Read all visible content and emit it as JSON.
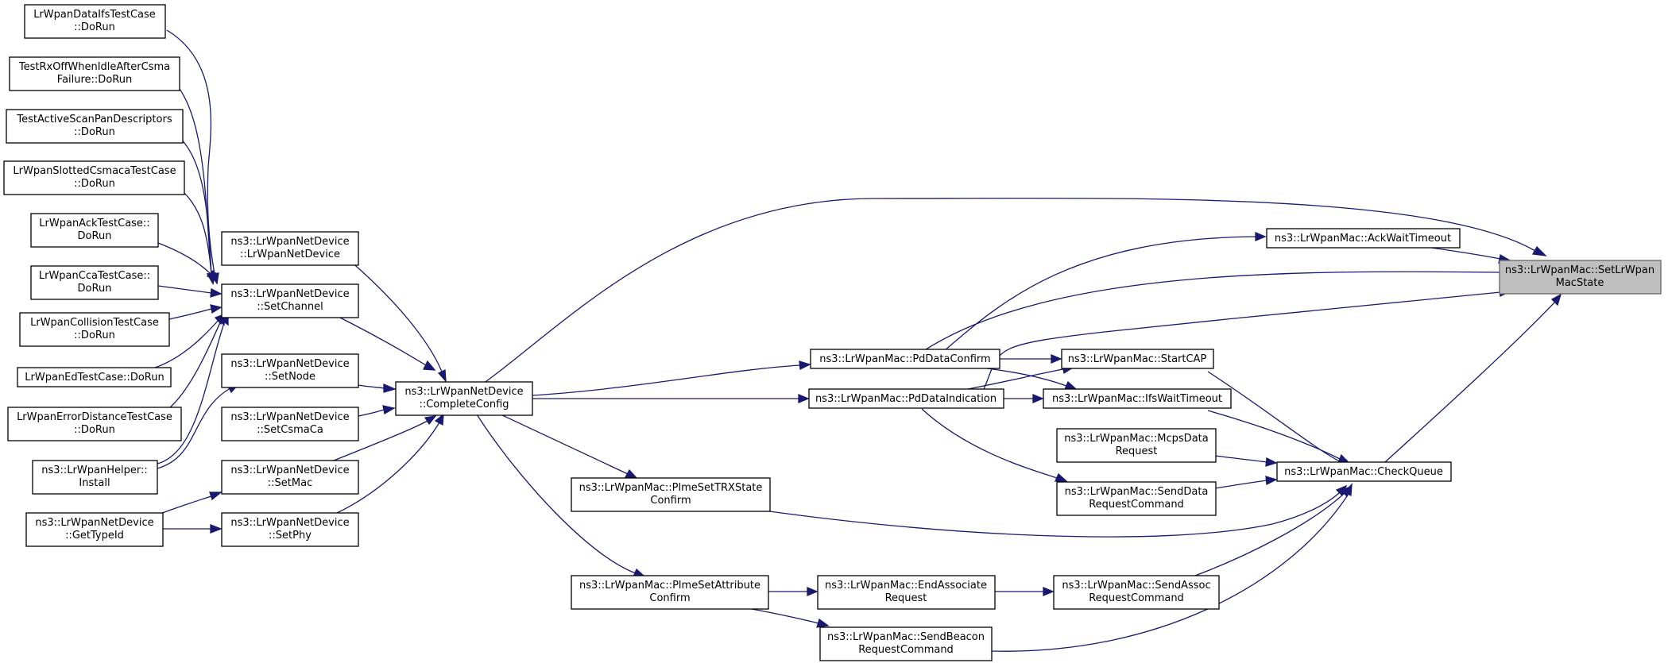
{
  "graph": {
    "colors": {
      "edge": "#191970",
      "target_fill": "#bfbfbf",
      "node_fill": "#ffffff",
      "node_border": "#000000"
    },
    "nodes": [
      {
        "id": "n_target",
        "name": "ns3-lrwpanmac-setlrwpanmacstate-node",
        "lines": [
          "ns3::LrWpanMac::SetLrWpan",
          "MacState"
        ],
        "target": true
      },
      {
        "id": "n_ackwait",
        "name": "ns3-lrwpanmac-ackwaittimeout-node",
        "lines": [
          "ns3::LrWpanMac::AckWaitTimeout"
        ]
      },
      {
        "id": "n_checkqueue",
        "name": "ns3-lrwpanmac-checkqueue-node",
        "lines": [
          "ns3::LrWpanMac::CheckQueue"
        ]
      },
      {
        "id": "n_pddataconfirm",
        "name": "ns3-lrwpanmac-pddataconfirm-node",
        "lines": [
          "ns3::LrWpanMac::PdDataConfirm"
        ]
      },
      {
        "id": "n_pddataind",
        "name": "ns3-lrwpanmac-pddataindication-node",
        "lines": [
          "ns3::LrWpanMac::PdDataIndication"
        ]
      },
      {
        "id": "n_startcap",
        "name": "ns3-lrwpanmac-startcap-node",
        "lines": [
          "ns3::LrWpanMac::StartCAP"
        ]
      },
      {
        "id": "n_ifswait",
        "name": "ns3-lrwpanmac-ifswaittimeout-node",
        "lines": [
          "ns3::LrWpanMac::IfsWaitTimeout"
        ]
      },
      {
        "id": "n_mcpsdata",
        "name": "ns3-lrwpanmac-mcpsdatarequest-node",
        "lines": [
          "ns3::LrWpanMac::McpsData",
          "Request"
        ]
      },
      {
        "id": "n_senddata",
        "name": "ns3-lrwpanmac-senddatarequestcommand-node",
        "lines": [
          "ns3::LrWpanMac::SendData",
          "RequestCommand"
        ]
      },
      {
        "id": "n_sendassoc",
        "name": "ns3-lrwpanmac-sendassocrequestcommand-node",
        "lines": [
          "ns3::LrWpanMac::SendAssoc",
          "RequestCommand"
        ]
      },
      {
        "id": "n_endassoc",
        "name": "ns3-lrwpanmac-endassociaterequest-node",
        "lines": [
          "ns3::LrWpanMac::EndAssociate",
          "Request"
        ]
      },
      {
        "id": "n_sendbeacon",
        "name": "ns3-lrwpanmac-sendbeaconrequestcommand-node",
        "lines": [
          "ns3::LrWpanMac::SendBeacon",
          "RequestCommand"
        ]
      },
      {
        "id": "n_plmetrx",
        "name": "ns3-lrwpanmac-plmesettrxstateconfirm-node",
        "lines": [
          "ns3::LrWpanMac::PlmeSetTRXState",
          "Confirm"
        ]
      },
      {
        "id": "n_plmeattr",
        "name": "ns3-lrwpanmac-plmesetattributeconfirm-node",
        "lines": [
          "ns3::LrWpanMac::PlmeSetAttribute",
          "Confirm"
        ]
      },
      {
        "id": "n_completecfg",
        "name": "ns3-lrwpannetdevice-completeconfig-node",
        "lines": [
          "ns3::LrWpanNetDevice",
          "::CompleteConfig"
        ]
      },
      {
        "id": "n_ctor",
        "name": "ns3-lrwpannetdevice-lrwpannetdevice-node",
        "lines": [
          "ns3::LrWpanNetDevice",
          "::LrWpanNetDevice"
        ]
      },
      {
        "id": "n_setchannel",
        "name": "ns3-lrwpannetdevice-setchannel-node",
        "lines": [
          "ns3::LrWpanNetDevice",
          "::SetChannel"
        ]
      },
      {
        "id": "n_setnode",
        "name": "ns3-lrwpannetdevice-setnode-node",
        "lines": [
          "ns3::LrWpanNetDevice",
          "::SetNode"
        ]
      },
      {
        "id": "n_setcsmaca",
        "name": "ns3-lrwpannetdevice-setcsmaca-node",
        "lines": [
          "ns3::LrWpanNetDevice",
          "::SetCsmaCa"
        ]
      },
      {
        "id": "n_setmac",
        "name": "ns3-lrwpannetdevice-setmac-node",
        "lines": [
          "ns3::LrWpanNetDevice",
          "::SetMac"
        ]
      },
      {
        "id": "n_setphy",
        "name": "ns3-lrwpannetdevice-setphy-node",
        "lines": [
          "ns3::LrWpanNetDevice",
          "::SetPhy"
        ]
      },
      {
        "id": "n_gettypeid",
        "name": "ns3-lrwpannetdevice-gettypeid-node",
        "lines": [
          "ns3::LrWpanNetDevice",
          "::GetTypeId"
        ]
      },
      {
        "id": "n_helper",
        "name": "ns3-lrwpanhelper-install-node",
        "lines": [
          "ns3::LrWpanHelper::",
          "Install"
        ]
      },
      {
        "id": "n_dataifs",
        "name": "lrwpandataifstestcase-dorun-node",
        "lines": [
          "LrWpanDataIfsTestCase",
          "::DoRun"
        ]
      },
      {
        "id": "n_rxoff",
        "name": "testrxoffwhenidleaftercsmafailure-dorun-node",
        "lines": [
          "TestRxOffWhenIdleAfterCsma",
          "Failure::DoRun"
        ]
      },
      {
        "id": "n_activescan",
        "name": "testactivescanpandescriptors-dorun-node",
        "lines": [
          "TestActiveScanPanDescriptors",
          "::DoRun"
        ]
      },
      {
        "id": "n_slotted",
        "name": "lrwpanslottedcsmacatestcase-dorun-node",
        "lines": [
          "LrWpanSlottedCsmacaTestCase",
          "::DoRun"
        ]
      },
      {
        "id": "n_ack",
        "name": "lrwpanacktestcase-dorun-node",
        "lines": [
          "LrWpanAckTestCase::",
          "DoRun"
        ]
      },
      {
        "id": "n_cca",
        "name": "lrwpancca-testcase-dorun-node",
        "lines": [
          "LrWpanCcaTestCase::",
          "DoRun"
        ]
      },
      {
        "id": "n_collision",
        "name": "lrwpancollisiontestcase-dorun-node",
        "lines": [
          "LrWpanCollisionTestCase",
          "::DoRun"
        ]
      },
      {
        "id": "n_ed",
        "name": "lrwpanedtestcase-dorun-node",
        "lines": [
          "LrWpanEdTestCase::DoRun"
        ]
      },
      {
        "id": "n_errdist",
        "name": "lrwpanerrordistancetestcase-dorun-node",
        "lines": [
          "LrWpanErrorDistanceTestCase",
          "::DoRun"
        ]
      }
    ]
  }
}
